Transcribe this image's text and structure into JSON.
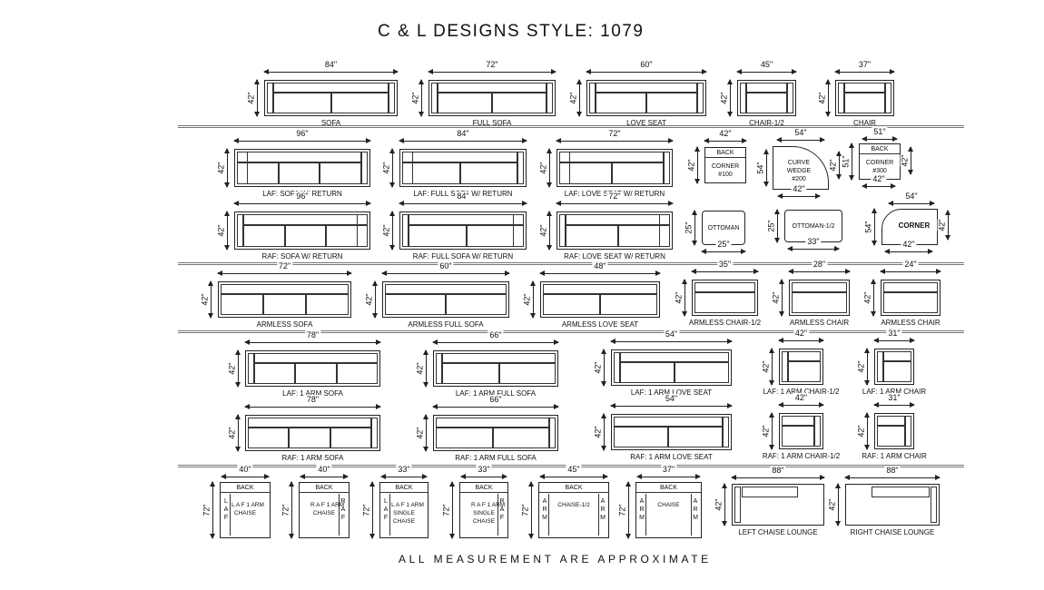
{
  "title": "C & L DESIGNS STYLE:  1079",
  "footer": "ALL MEASUREMENT ARE APPROXIMATE",
  "pieces": [
    {
      "id": "sofa",
      "label": "SOFA",
      "width": "84\"",
      "height": "42\""
    },
    {
      "id": "full_sofa",
      "label": "FULL SOFA",
      "width": "72\"",
      "height": "42\""
    },
    {
      "id": "love_seat",
      "label": "LOVE SEAT",
      "width": "60\"",
      "height": "42\""
    },
    {
      "id": "chair_half",
      "label": "CHAIR-1/2",
      "width": "45\"",
      "height": "42\""
    },
    {
      "id": "chair",
      "label": "CHAIR",
      "width": "37\"",
      "height": "42\""
    },
    {
      "id": "laf_sofa_return",
      "label": "LAF: SOFA W/ RETURN",
      "width": "96\"",
      "height": "42\""
    },
    {
      "id": "laf_full_sofa_return",
      "label": "LAF: FULL SOFA W/ RETURN",
      "width": "84\"",
      "height": "42\""
    },
    {
      "id": "laf_love_seat_return",
      "label": "LAF: LOVE SEAT W/ RETURN",
      "width": "72\"",
      "height": "42\""
    },
    {
      "id": "raf_sofa_return",
      "label": "RAF: SOFA W/ RETURN",
      "width": "96\"",
      "height": "42\""
    },
    {
      "id": "raf_full_sofa_return",
      "label": "RAF: FULL SOFA W/ RETURN",
      "width": "84\"",
      "height": "42\""
    },
    {
      "id": "raf_love_seat_return",
      "label": "RAF: LOVE SEAT W/ RETURN",
      "width": "72\"",
      "height": "42\""
    },
    {
      "id": "corner_100",
      "label": "CORNER\n#100",
      "back": "BACK",
      "width": "42\"",
      "height": "42\""
    },
    {
      "id": "curve_wedge",
      "label": "CURVE\nWEDGE\n#200",
      "width": "54\"",
      "height": "54\"",
      "side": "42\"",
      "bottom": "42\""
    },
    {
      "id": "corner_300",
      "label": "CORNER\n#300",
      "back": "BACK",
      "width": "51\"",
      "height": "51\"",
      "side": "42\"",
      "bottom": "42\""
    },
    {
      "id": "ottoman",
      "label": "OTTOMAN",
      "width": "25\"",
      "height": "25\""
    },
    {
      "id": "ottoman_half",
      "label": "OTTOMAN-1/2",
      "width": "33\"",
      "height": "25\""
    },
    {
      "id": "corner",
      "label": "CORNER",
      "width": "54\"",
      "height": "54\"",
      "side": "42\"",
      "bottom": "42\""
    },
    {
      "id": "armless_sofa",
      "label": "ARMLESS SOFA",
      "width": "72\"",
      "height": "42\""
    },
    {
      "id": "armless_full_sofa",
      "label": "ARMLESS FULL SOFA",
      "width": "60\"",
      "height": "42\""
    },
    {
      "id": "armless_love_seat",
      "label": "ARMLESS LOVE SEAT",
      "width": "48\"",
      "height": "42\""
    },
    {
      "id": "armless_chair_half",
      "label": "ARMLESS CHAIR-1/2",
      "width": "35\"",
      "height": "42\""
    },
    {
      "id": "armless_chair_28",
      "label": "ARMLESS CHAIR",
      "width": "28\"",
      "height": "42\""
    },
    {
      "id": "armless_chair_24",
      "label": "ARMLESS CHAIR",
      "width": "24\"",
      "height": "42\""
    },
    {
      "id": "laf_1arm_sofa",
      "label": "LAF: 1 ARM SOFA",
      "width": "78\"",
      "height": "42\""
    },
    {
      "id": "laf_1arm_full_sofa",
      "label": "LAF: 1 ARM FULL SOFA",
      "width": "66\"",
      "height": "42\""
    },
    {
      "id": "laf_1arm_love_seat",
      "label": "LAF: 1 ARM LOVE SEAT",
      "width": "54\"",
      "height": "42\""
    },
    {
      "id": "laf_1arm_chair_half",
      "label": "LAF: 1 ARM CHAIR-1/2",
      "width": "42\"",
      "height": "42\""
    },
    {
      "id": "laf_1arm_chair",
      "label": "LAF: 1 ARM CHAIR",
      "width": "31\"",
      "height": "42\""
    },
    {
      "id": "raf_1arm_sofa",
      "label": "RAF: 1 ARM SOFA",
      "width": "78\"",
      "height": "42\""
    },
    {
      "id": "raf_1arm_full_sofa",
      "label": "RAF: 1 ARM FULL SOFA",
      "width": "66\"",
      "height": "42\""
    },
    {
      "id": "raf_1arm_love_seat",
      "label": "RAF: 1 ARM LOVE SEAT",
      "width": "54\"",
      "height": "42\""
    },
    {
      "id": "raf_1arm_chair_half",
      "label": "RAF: 1 ARM CHAIR-1/2",
      "width": "42\"",
      "height": "42\""
    },
    {
      "id": "raf_1arm_chair",
      "label": "RAF: 1 ARM CHAIR",
      "width": "31\"",
      "height": "42\""
    },
    {
      "id": "laf_1arm_chaise",
      "label": "L A F 1 ARM\nCHAISE",
      "back": "BACK",
      "side_text": "LAF",
      "width": "40\"",
      "height": "72\""
    },
    {
      "id": "raf_1arm_chaise",
      "label": "R A F 1 ARM\nCHAISE",
      "back": "BACK",
      "side_text": "RAF",
      "width": "40\"",
      "height": "72\""
    },
    {
      "id": "laf_1arm_single_chaise",
      "label": "L A F 1 ARM\nSINGLE\nCHAISE",
      "back": "BACK",
      "side_text": "LAF",
      "width": "33\"",
      "height": "72\""
    },
    {
      "id": "raf_1arm_single_chaise",
      "label": "R A F 1 ARM\nSINGLE\nCHAISE",
      "back": "BACK",
      "side_text": "RAF",
      "width": "33\"",
      "height": "72\""
    },
    {
      "id": "chaise_half",
      "label": "CHAISE-1/2",
      "back": "BACK",
      "side_text": "ARM",
      "width": "45\"",
      "height": "72\""
    },
    {
      "id": "chaise",
      "label": "CHAISE",
      "back": "BACK",
      "side_text": "ARM",
      "width": "37\"",
      "height": "72\""
    },
    {
      "id": "left_chaise_lounge",
      "label": "LEFT CHAISE LOUNGE",
      "width": "88\"",
      "height": "42\""
    },
    {
      "id": "right_chaise_lounge",
      "label": "RIGHT CHAISE LOUNGE",
      "width": "88\"",
      "height": "42\""
    }
  ]
}
